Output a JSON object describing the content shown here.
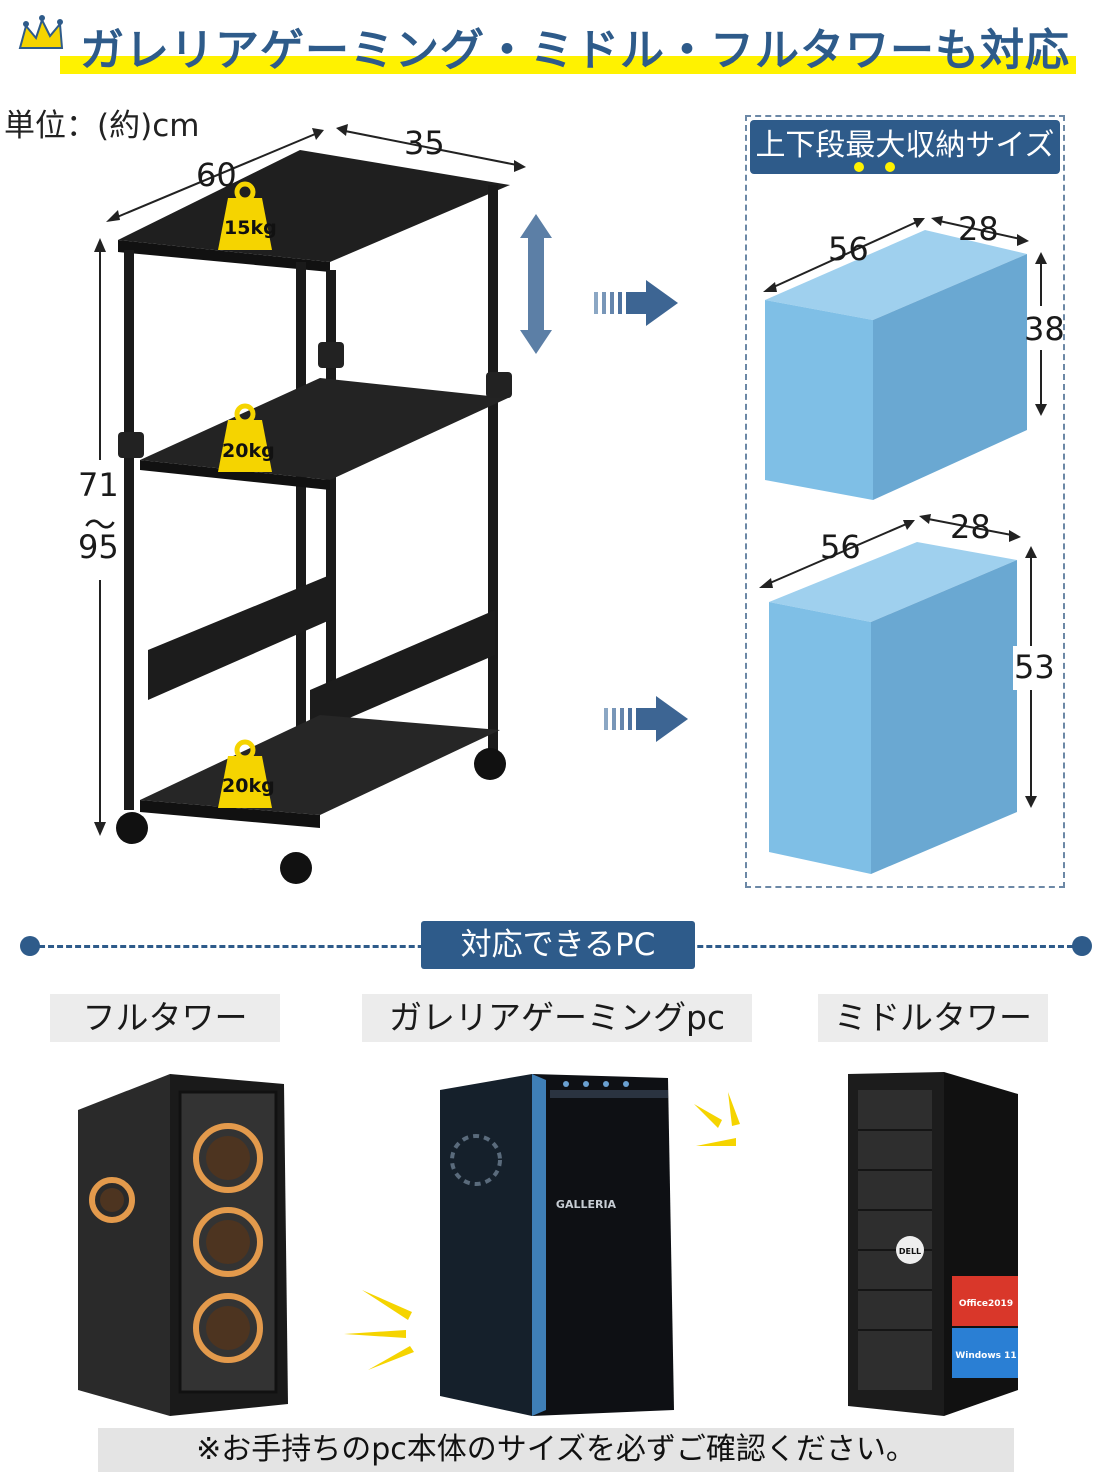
{
  "header": {
    "headline": "ガレリアゲーミング・ミドル・フルタワーも対応"
  },
  "unit_label": "単位：(約)cm",
  "cart": {
    "width_label": "60",
    "depth_label": "35",
    "height_top": "71",
    "height_sep": "～",
    "height_bottom": "95",
    "weights": [
      "15kg",
      "20kg",
      "20kg"
    ]
  },
  "size_panel": {
    "title": "上下段最大収納サイズ",
    "upper": {
      "width": "56",
      "depth": "28",
      "height": "38"
    },
    "lower": {
      "width": "56",
      "depth": "28",
      "height": "53"
    }
  },
  "compat": {
    "title": "対応できるPC",
    "labels": [
      "フルタワー",
      "ガレリアゲーミングpc",
      "ミドルタワー"
    ],
    "galleria_brand": "GALLERIA",
    "dell_brand": "DELL",
    "office_badge": "Office2019",
    "windows_badge": "Windows 11"
  },
  "note": "※お手持ちのpc本体のサイズを必ずご確認ください。",
  "colors": {
    "accent": "#2e5b8a",
    "highlight": "#fff200",
    "box": "#7fb8dc"
  }
}
